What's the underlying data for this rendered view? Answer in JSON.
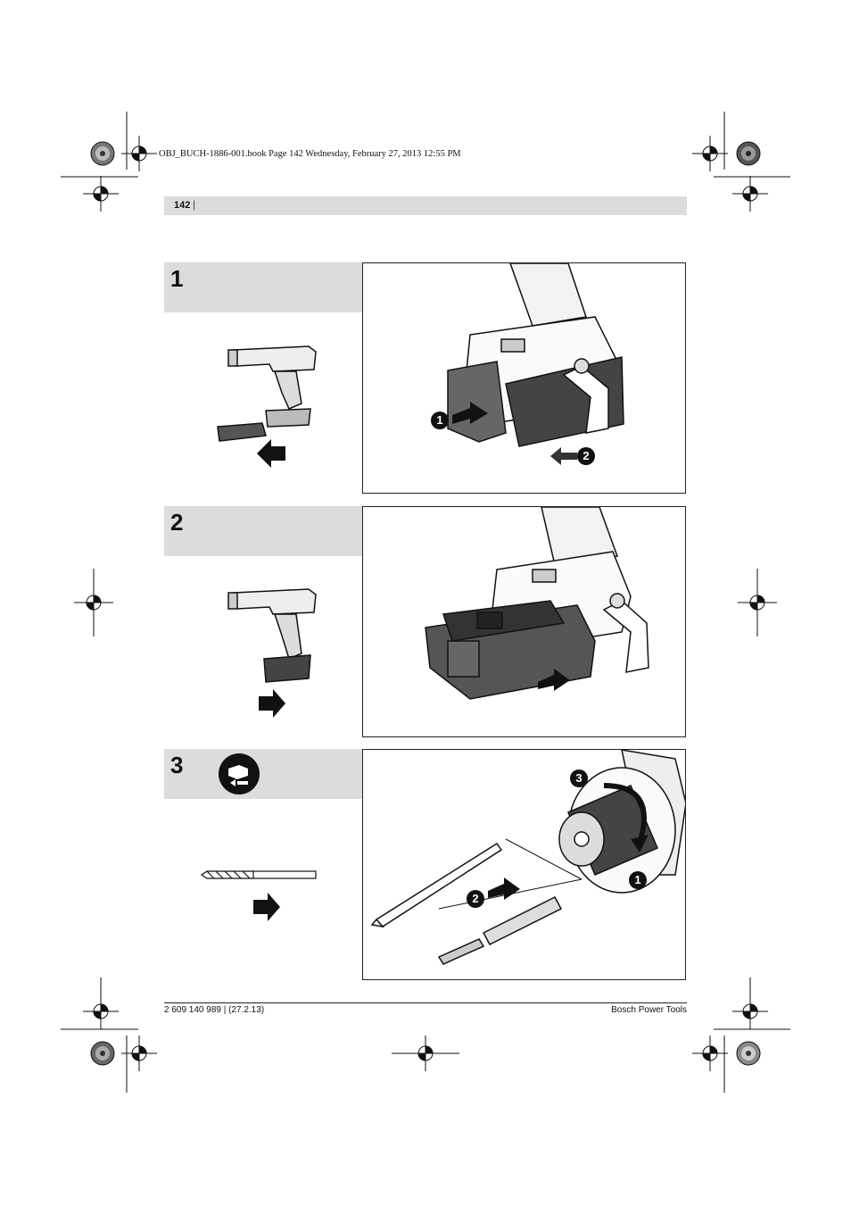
{
  "slug": "OBJ_BUCH-1886-001.book  Page 142  Wednesday, February 27, 2013  12:55 PM",
  "header": {
    "page_number": "142",
    "separator": "|"
  },
  "steps": [
    {
      "number": "1",
      "callouts": [
        "1",
        "2"
      ]
    },
    {
      "number": "2",
      "callouts": []
    },
    {
      "number": "3",
      "icon": "chuck-keyless-icon",
      "callouts": [
        "1",
        "2",
        "3"
      ]
    }
  ],
  "footer": {
    "left": "2 609 140 989 | (27.2.13)",
    "right": "Bosch Power Tools"
  }
}
